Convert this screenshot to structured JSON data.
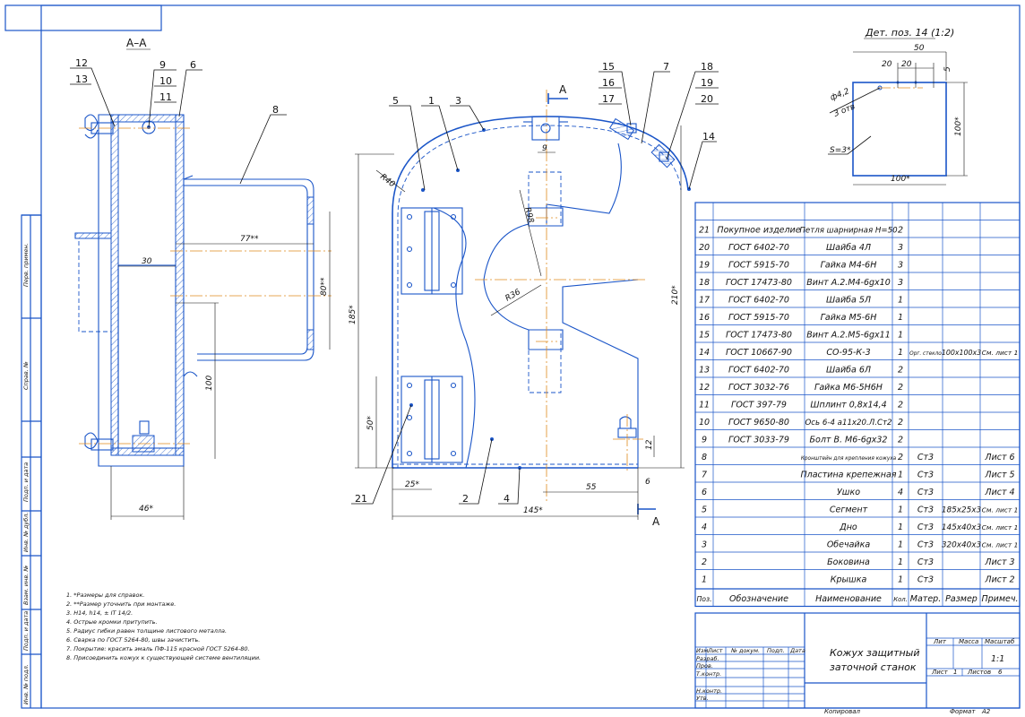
{
  "section_label": "А–А",
  "cut_label": "А",
  "detail_label": "Дет. поз. 14 (1:2)",
  "detail_dims": {
    "d50": "50",
    "d20a": "20",
    "d20b": "20",
    "d5": "5",
    "hole": "ф4,2",
    "holes": "3 отв",
    "d100v": "100*",
    "d100h": "100*",
    "s3": "S=3*"
  },
  "positions": {
    "p1": "1",
    "p2": "2",
    "p3": "3",
    "p4": "4",
    "p5": "5",
    "p6": "6",
    "p7": "7",
    "p8": "8",
    "p9": "9",
    "p10": "10",
    "p11": "11",
    "p12": "12",
    "p13": "13",
    "p14": "14",
    "p15": "15",
    "p16": "16",
    "p17": "17",
    "p18": "18",
    "p19": "19",
    "p20": "20",
    "p21": "21"
  },
  "dims": {
    "d30": "30",
    "d46": "46*",
    "d77": "77**",
    "d80": "80**",
    "d100": "100",
    "d185": "185*",
    "dR40": "R40",
    "dR36": "R36",
    "dR98": "R98",
    "d9": "9",
    "d210": "210*",
    "d50": "50*",
    "d25": "25*",
    "d145": "145*",
    "d55": "55",
    "d6": "6",
    "d12": "12"
  },
  "notes": [
    "1.  *Размеры для справок.",
    "2.  **Размер уточнить при монтаже.",
    "3.  Н14, h14, ± IT 14/2.",
    "4.  Острые кромки притупить.",
    "5.  Радиус гибки равен толщине листового металла.",
    "6.  Сварка по ГОСТ 5264-80, швы зачистить.",
    "7.  Покрытие: красить эмаль ПФ-115 красной ГОСТ 5264-80.",
    "8.  Присоединить кожух к существующей системе вентиляции."
  ],
  "side_stamp": [
    "Перв. примен.",
    "Справ. №",
    "Подп. и дата",
    "Инв. № дубл.",
    "Взам. инв. №",
    "Подп. и дата",
    "Инв. № подл."
  ],
  "spec": {
    "header": {
      "pos": "Поз.",
      "designation": "Обозначение",
      "name": "Наименование",
      "qty": "Кол.",
      "material": "Матер.",
      "size": "Размер",
      "note": "Примеч."
    },
    "rows": [
      {
        "pos": "21",
        "designation": "Покупное изделие",
        "name": "Петля шарнирная Н=50",
        "qty": "2",
        "material": "",
        "size": "",
        "note": ""
      },
      {
        "pos": "20",
        "designation": "ГОСТ 6402-70",
        "name": "Шайба 4Л",
        "qty": "3",
        "material": "",
        "size": "",
        "note": ""
      },
      {
        "pos": "19",
        "designation": "ГОСТ 5915-70",
        "name": "Гайка М4-6Н",
        "qty": "3",
        "material": "",
        "size": "",
        "note": ""
      },
      {
        "pos": "18",
        "designation": "ГОСТ 17473-80",
        "name": "Винт А.2.М4-6gx10",
        "qty": "3",
        "material": "",
        "size": "",
        "note": ""
      },
      {
        "pos": "17",
        "designation": "ГОСТ 6402-70",
        "name": "Шайба 5Л",
        "qty": "1",
        "material": "",
        "size": "",
        "note": ""
      },
      {
        "pos": "16",
        "designation": "ГОСТ 5915-70",
        "name": "Гайка М5-6Н",
        "qty": "1",
        "material": "",
        "size": "",
        "note": ""
      },
      {
        "pos": "15",
        "designation": "ГОСТ 17473-80",
        "name": "Винт А.2.М5-6gx11",
        "qty": "1",
        "material": "",
        "size": "",
        "note": ""
      },
      {
        "pos": "14",
        "designation": "ГОСТ 10667-90",
        "name": "СО-95-К-3",
        "qty": "1",
        "material": "Орг. стекло",
        "size": "100х100х3",
        "note": "См. лист 1"
      },
      {
        "pos": "13",
        "designation": "ГОСТ 6402-70",
        "name": "Шайба 6Л",
        "qty": "2",
        "material": "",
        "size": "",
        "note": ""
      },
      {
        "pos": "12",
        "designation": "ГОСТ 3032-76",
        "name": "Гайка М6-5Н6Н",
        "qty": "2",
        "material": "",
        "size": "",
        "note": ""
      },
      {
        "pos": "11",
        "designation": "ГОСТ 397-79",
        "name": "Шплинт 0,8х14,4",
        "qty": "2",
        "material": "",
        "size": "",
        "note": ""
      },
      {
        "pos": "10",
        "designation": "ГОСТ 9650-80",
        "name": "Ось 6-4 а11х20.Л.Ст2",
        "qty": "2",
        "material": "",
        "size": "",
        "note": ""
      },
      {
        "pos": "9",
        "designation": "ГОСТ 3033-79",
        "name": "Болт В. М6-6gx32",
        "qty": "2",
        "material": "",
        "size": "",
        "note": ""
      },
      {
        "pos": "8",
        "designation": "",
        "name": "Кронштейн для крепления кожуха",
        "qty": "2",
        "material": "Ст3",
        "size": "",
        "note": "Лист 6"
      },
      {
        "pos": "7",
        "designation": "",
        "name": "Пластина крепежная",
        "qty": "1",
        "material": "Ст3",
        "size": "",
        "note": "Лист 5"
      },
      {
        "pos": "6",
        "designation": "",
        "name": "Ушко",
        "qty": "4",
        "material": "Ст3",
        "size": "",
        "note": "Лист 4"
      },
      {
        "pos": "5",
        "designation": "",
        "name": "Сегмент",
        "qty": "1",
        "material": "Ст3",
        "size": "185х25х3",
        "note": "См. лист 1"
      },
      {
        "pos": "4",
        "designation": "",
        "name": "Дно",
        "qty": "1",
        "material": "Ст3",
        "size": "145х40х3",
        "note": "См. лист 1"
      },
      {
        "pos": "3",
        "designation": "",
        "name": "Обечайка",
        "qty": "1",
        "material": "Ст3",
        "size": "320х40х3",
        "note": "См. лист 1"
      },
      {
        "pos": "2",
        "designation": "",
        "name": "Боковина",
        "qty": "1",
        "material": "Ст3",
        "size": "",
        "note": "Лист 3"
      },
      {
        "pos": "1",
        "designation": "",
        "name": "Крышка",
        "qty": "1",
        "material": "Ст3",
        "size": "",
        "note": "Лист 2"
      }
    ]
  },
  "title_block": {
    "title_line1": "Кожух защитный",
    "title_line2": "заточной станок",
    "lit": "Лит",
    "mass": "Масса",
    "scale": "Масштаб",
    "scale_value": "1:1",
    "sheet": "Лист",
    "sheet_value": "1",
    "sheets": "Листов",
    "sheets_value": "6",
    "labels": [
      "Изм.",
      "Лист",
      "№ докум.",
      "Подп.",
      "Дата"
    ],
    "roles": [
      "Разраб.",
      "Пров.",
      "Т.контр.",
      "",
      "Н.контр.",
      "Утв."
    ],
    "copied": "Копировал",
    "format": "Формат",
    "format_value": "А2"
  }
}
